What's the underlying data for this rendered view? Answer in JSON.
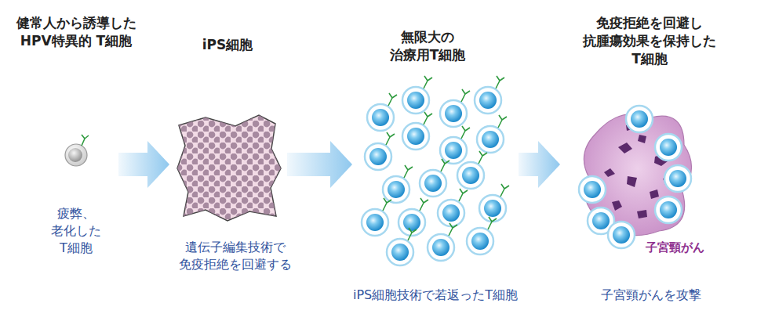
{
  "diagram": {
    "nodes": [
      {
        "text": [
          "健常人から誘導した HPV特異的 T細胞",
          "疲弊、老化した T細胞"
        ]
      },
      {
        "text": [
          "iPS細胞",
          "遺伝子編集技術で 免疫拒絶を回避する"
        ]
      },
      {
        "text": [
          "無限大の 治療用T細胞",
          "iPS細胞技術で若返ったT細胞"
        ]
      },
      {
        "text": [
          "免疫拒絶を回避し 抗腫瘍効果を保持した T細胞",
          "子宮頸がん",
          "子宮頸がんを攻撃"
        ]
      }
    ],
    "edges": [
      {
        "from": 0,
        "to": 1,
        "arrow": "to"
      },
      {
        "from": 1,
        "to": 2,
        "arrow": "to"
      },
      {
        "from": 2,
        "to": 3,
        "arrow": "to"
      }
    ]
  }
}
